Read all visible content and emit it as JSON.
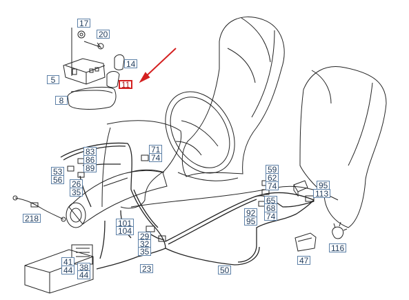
{
  "diagram": {
    "highlighted_part": "11",
    "callouts": [
      {
        "id": "c17",
        "label": "17"
      },
      {
        "id": "c20",
        "label": "20"
      },
      {
        "id": "c14",
        "label": "14"
      },
      {
        "id": "c5",
        "label": "5"
      },
      {
        "id": "c11",
        "label": "11"
      },
      {
        "id": "c8",
        "label": "8"
      },
      {
        "id": "c83",
        "label": "83"
      },
      {
        "id": "c86",
        "label": "86"
      },
      {
        "id": "c89",
        "label": "89"
      },
      {
        "id": "c53",
        "label": "53"
      },
      {
        "id": "c56",
        "label": "56"
      },
      {
        "id": "c26",
        "label": "26"
      },
      {
        "id": "c35a",
        "label": "35"
      },
      {
        "id": "c71",
        "label": "71"
      },
      {
        "id": "c74a",
        "label": "74"
      },
      {
        "id": "c59",
        "label": "59"
      },
      {
        "id": "c62",
        "label": "62"
      },
      {
        "id": "c74b",
        "label": "74"
      },
      {
        "id": "c95a",
        "label": "95"
      },
      {
        "id": "c113",
        "label": "113"
      },
      {
        "id": "c65",
        "label": "65"
      },
      {
        "id": "c68",
        "label": "68"
      },
      {
        "id": "c92",
        "label": "92"
      },
      {
        "id": "c74c",
        "label": "74"
      },
      {
        "id": "c95b",
        "label": "95"
      },
      {
        "id": "c218",
        "label": "218"
      },
      {
        "id": "c101",
        "label": "101"
      },
      {
        "id": "c104",
        "label": "104"
      },
      {
        "id": "c29",
        "label": "29"
      },
      {
        "id": "c32",
        "label": "32"
      },
      {
        "id": "c35b",
        "label": "35"
      },
      {
        "id": "c116",
        "label": "116"
      },
      {
        "id": "c41",
        "label": "41"
      },
      {
        "id": "c38",
        "label": "38"
      },
      {
        "id": "c44a",
        "label": "44"
      },
      {
        "id": "c44b",
        "label": "44"
      },
      {
        "id": "c23",
        "label": "23"
      },
      {
        "id": "c50",
        "label": "50"
      },
      {
        "id": "c47",
        "label": "47"
      }
    ]
  },
  "colors": {
    "line": "#222222",
    "label_border": "#5b7fa6",
    "label_text": "#1f3a5a",
    "highlight": "#d42020",
    "background": "#ffffff"
  }
}
